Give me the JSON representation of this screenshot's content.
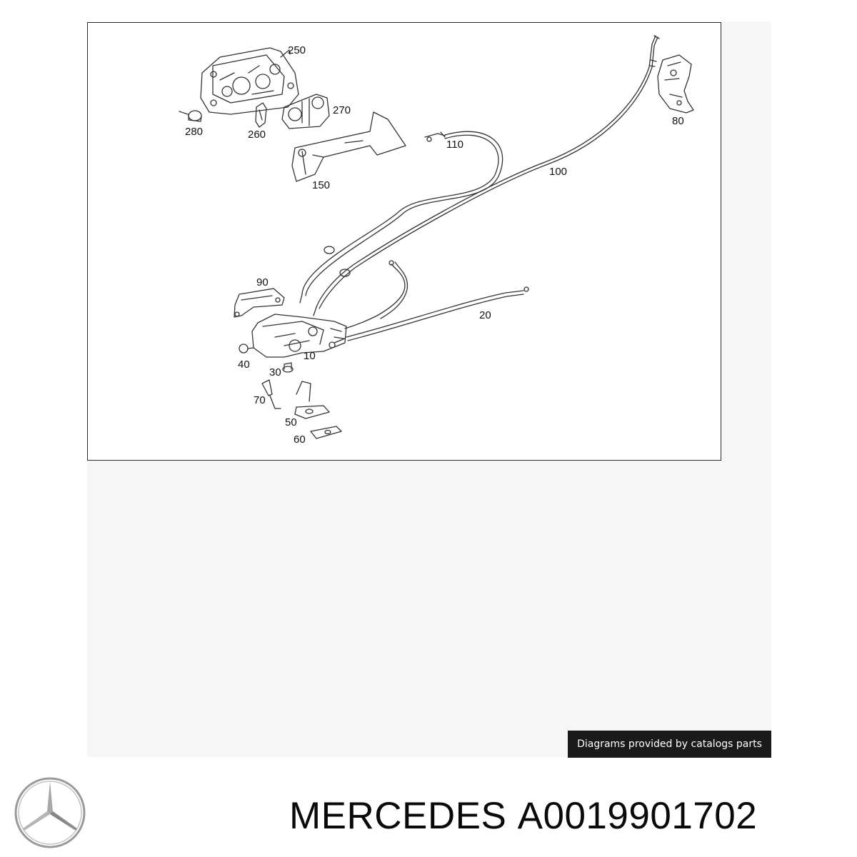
{
  "diagram": {
    "callouts": [
      "250",
      "270",
      "280",
      "260",
      "80",
      "110",
      "100",
      "150",
      "90",
      "20",
      "10",
      "40",
      "30",
      "70",
      "50",
      "60"
    ]
  },
  "credit": {
    "text": "Diagrams provided by catalogs parts"
  },
  "footer": {
    "brand": "MERCEDES",
    "part_number": "A0019901702"
  },
  "colors": {
    "line": "#333333",
    "credit_bg": "#1a1a1a",
    "logo": "#9a9a9a"
  },
  "icons": {
    "logo": "mercedes-star-logo-icon"
  }
}
